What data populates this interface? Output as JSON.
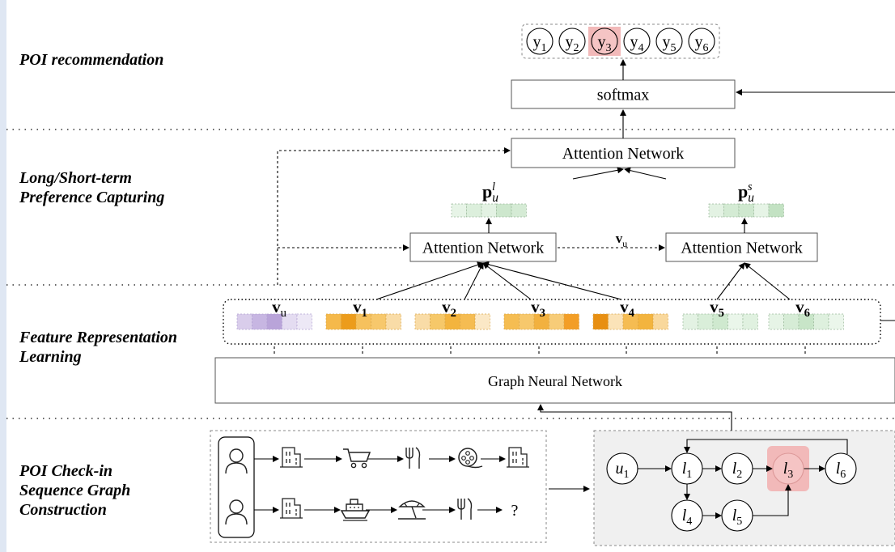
{
  "sections": {
    "poi_recommendation": "POI recommendation",
    "preference": "Long/Short-term\nPreference Capturing",
    "feature": "Feature Representation\nLearning",
    "graph_construction": "POI Check-in\nSequence Graph\nConstruction"
  },
  "boxes": {
    "softmax": "softmax",
    "attention_top": "Attention Network",
    "attention_long": "Attention Network",
    "attention_short": "Attention Network",
    "gnn": "Graph Neural Network"
  },
  "outputs": {
    "labels": [
      "y1",
      "y2",
      "y3",
      "y4",
      "y5",
      "y6"
    ],
    "highlight_index": 2
  },
  "preference_vectors": {
    "long_base": "p",
    "long_sub": "u",
    "long_sup": "l",
    "short_base": "p",
    "short_sub": "u",
    "short_sup": "s"
  },
  "vu_between": "vu",
  "embeddings": [
    {
      "base": "v",
      "sub": "u",
      "cells": [
        "#d9cdeb",
        "#c7b6e2",
        "#b9a4d9",
        "#e4dcf1",
        "#ede8f6"
      ]
    },
    {
      "base": "v",
      "sub": "1",
      "cells": [
        "#f5b94b",
        "#ec9c1c",
        "#f6c15d",
        "#f7c86c",
        "#f9dca7"
      ]
    },
    {
      "base": "v",
      "sub": "2",
      "cells": [
        "#f9dca7",
        "#f6c869",
        "#f3b43e",
        "#f5bc52",
        "#fbe8c6"
      ]
    },
    {
      "base": "v",
      "sub": "3",
      "cells": [
        "#f5bd52",
        "#f7c86c",
        "#f2b13f",
        "#f7cc78",
        "#f39e25"
      ]
    },
    {
      "base": "v",
      "sub": "4",
      "cells": [
        "#e88f12",
        "#fbe3b8",
        "#f5bc52",
        "#f3b43e",
        "#f9d89c"
      ]
    },
    {
      "base": "v",
      "sub": "5",
      "cells": [
        "#e3f2e3",
        "#d9eed9",
        "#cfe9cf",
        "#eaf6ea",
        "#e0f1e0"
      ]
    },
    {
      "base": "v",
      "sub": "6",
      "cells": [
        "#e6f4e6",
        "#d6ecd6",
        "#c8e5c8",
        "#def0de",
        "#ebf6eb"
      ]
    }
  ],
  "pref_cells": {
    "long": [
      "#e7f4e7",
      "#dcefdc",
      "#e3f2e3",
      "#cde7cd",
      "#d5ebd5"
    ],
    "short": [
      "#e3f2e3",
      "#d4ebd4",
      "#cfe8cf",
      "#e6f4e6",
      "#c3e2c3"
    ]
  },
  "users": [
    {
      "sequence": [
        "user-icon",
        "building-icon",
        "cart-icon",
        "utensils-icon",
        "film-reel-icon",
        "building-icon"
      ]
    },
    {
      "sequence": [
        "user-icon",
        "building-icon",
        "ship-icon",
        "beach-umbrella-icon",
        "utensils-icon"
      ],
      "unknown": "?"
    }
  ],
  "graph_nodes": [
    {
      "id": "u1",
      "base": "u",
      "sub": "1"
    },
    {
      "id": "l1",
      "base": "l",
      "sub": "1"
    },
    {
      "id": "l2",
      "base": "l",
      "sub": "2"
    },
    {
      "id": "l3",
      "base": "l",
      "sub": "3",
      "highlight": true
    },
    {
      "id": "l6",
      "base": "l",
      "sub": "6"
    },
    {
      "id": "l4",
      "base": "l",
      "sub": "4"
    },
    {
      "id": "l5",
      "base": "l",
      "sub": "5"
    }
  ],
  "colors": {
    "highlight_fill": "#f5c4c4",
    "highlight_bg": "#f2b9b9",
    "graph_panel": "#f0f0f0"
  }
}
